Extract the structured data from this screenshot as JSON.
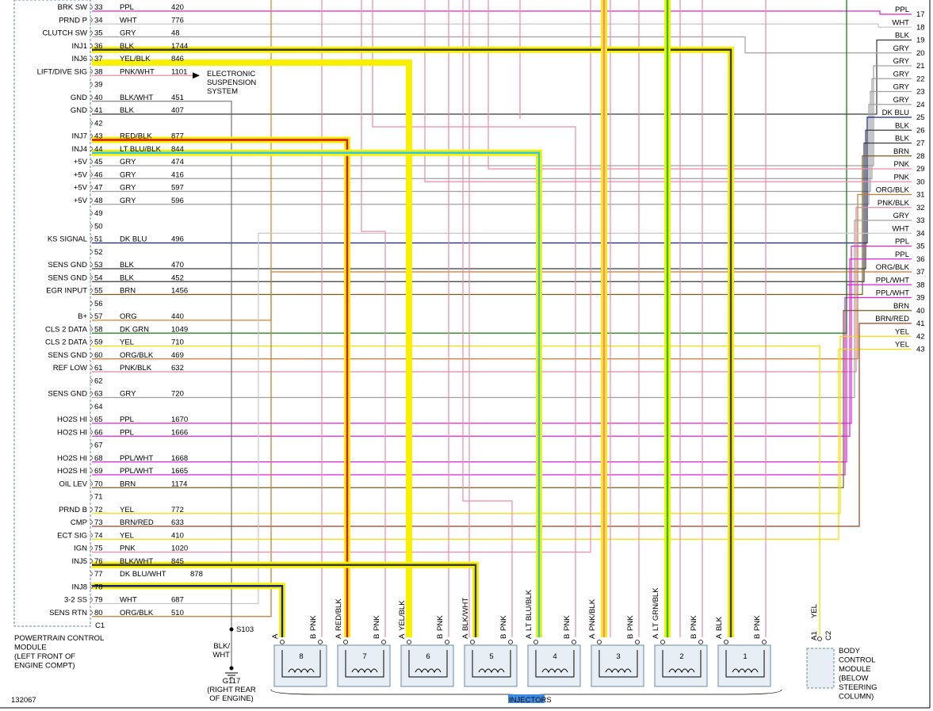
{
  "colors": {
    "PPL": "#e020e0",
    "WHT": "#c8c8c8",
    "GRY": "#a0a0a0",
    "BLK": "#3a3a3a",
    "YEL": "#f0e000",
    "PNK": "#f08aa8",
    "DKBLU": "#10208c",
    "BRN": "#7a5a20",
    "ORG": "#e08020",
    "DKGRN": "#108010",
    "ORGBLK": "#c87830",
    "PNKBLK": "#e08aa0",
    "BRNRED": "#a04020",
    "HL": "#f8f000",
    "RED": "#e01010",
    "LTBLU": "#30c8e8",
    "GRN": "#20c020"
  },
  "pcm": {
    "name_lines": [
      "POWERTRAIN CONTROL",
      "MODULE",
      "(LEFT FRONT OF",
      "ENGINE COMPT)"
    ],
    "connector": "C1",
    "pins": [
      {
        "num": "33",
        "func": "BRK SW",
        "color": "PPL",
        "circuit": "420"
      },
      {
        "num": "34",
        "func": "PRND P",
        "color": "WHT",
        "circuit": "776"
      },
      {
        "num": "35",
        "func": "CLUTCH SW",
        "color": "GRY",
        "circuit": "48"
      },
      {
        "num": "36",
        "func": "INJ1",
        "color": "BLK",
        "circuit": "1744"
      },
      {
        "num": "37",
        "func": "INJ6",
        "color": "YEL/BLK",
        "circuit": "846"
      },
      {
        "num": "38",
        "func": "LIFT/DIVE SIG",
        "color": "PNK/WHT",
        "circuit": "1101"
      },
      {
        "num": "39",
        "func": "",
        "color": "",
        "circuit": ""
      },
      {
        "num": "40",
        "func": "GND",
        "color": "BLK/WHT",
        "circuit": "451"
      },
      {
        "num": "41",
        "func": "GND",
        "color": "BLK",
        "circuit": "407"
      },
      {
        "num": "42",
        "func": "",
        "color": "",
        "circuit": ""
      },
      {
        "num": "43",
        "func": "INJ7",
        "color": "RED/BLK",
        "circuit": "877"
      },
      {
        "num": "44",
        "func": "INJ4",
        "color": "LT BLU/BLK",
        "circuit": "844"
      },
      {
        "num": "45",
        "func": "+5V",
        "color": "GRY",
        "circuit": "474"
      },
      {
        "num": "46",
        "func": "+5V",
        "color": "GRY",
        "circuit": "416"
      },
      {
        "num": "47",
        "func": "+5V",
        "color": "GRY",
        "circuit": "597"
      },
      {
        "num": "48",
        "func": "+5V",
        "color": "GRY",
        "circuit": "596"
      },
      {
        "num": "49",
        "func": "",
        "color": "",
        "circuit": ""
      },
      {
        "num": "50",
        "func": "",
        "color": "",
        "circuit": ""
      },
      {
        "num": "51",
        "func": "KS SIGNAL",
        "color": "DK BLU",
        "circuit": "496"
      },
      {
        "num": "52",
        "func": "",
        "color": "",
        "circuit": ""
      },
      {
        "num": "53",
        "func": "SENS GND",
        "color": "BLK",
        "circuit": "470"
      },
      {
        "num": "54",
        "func": "SENS GND",
        "color": "BLK",
        "circuit": "452"
      },
      {
        "num": "55",
        "func": "EGR INPUT",
        "color": "BRN",
        "circuit": "1456"
      },
      {
        "num": "56",
        "func": "",
        "color": "",
        "circuit": ""
      },
      {
        "num": "57",
        "func": "B+",
        "color": "ORG",
        "circuit": "440"
      },
      {
        "num": "58",
        "func": "CLS 2 DATA",
        "color": "DK GRN",
        "circuit": "1049"
      },
      {
        "num": "59",
        "func": "CLS 2 DATA",
        "color": "YEL",
        "circuit": "710"
      },
      {
        "num": "60",
        "func": "SENS GND",
        "color": "ORG/BLK",
        "circuit": "469"
      },
      {
        "num": "61",
        "func": "REF LOW",
        "color": "PNK/BLK",
        "circuit": "632"
      },
      {
        "num": "62",
        "func": "",
        "color": "",
        "circuit": ""
      },
      {
        "num": "63",
        "func": "SENS GND",
        "color": "GRY",
        "circuit": "720"
      },
      {
        "num": "64",
        "func": "",
        "color": "",
        "circuit": ""
      },
      {
        "num": "65",
        "func": "HO2S HI",
        "color": "PPL",
        "circuit": "1670"
      },
      {
        "num": "66",
        "func": "HO2S HI",
        "color": "PPL",
        "circuit": "1666"
      },
      {
        "num": "67",
        "func": "",
        "color": "",
        "circuit": ""
      },
      {
        "num": "68",
        "func": "HO2S HI",
        "color": "PPL/WHT",
        "circuit": "1668"
      },
      {
        "num": "69",
        "func": "HO2S HI",
        "color": "PPL/WHT",
        "circuit": "1665"
      },
      {
        "num": "70",
        "func": "OIL LEV",
        "color": "BRN",
        "circuit": "1174"
      },
      {
        "num": "71",
        "func": "",
        "color": "",
        "circuit": ""
      },
      {
        "num": "72",
        "func": "PRND B",
        "color": "YEL",
        "circuit": "772"
      },
      {
        "num": "73",
        "func": "CMP",
        "color": "BRN/RED",
        "circuit": "633"
      },
      {
        "num": "74",
        "func": "ECT SIG",
        "color": "YEL",
        "circuit": "410"
      },
      {
        "num": "75",
        "func": "IGN",
        "color": "PNK",
        "circuit": "1020"
      },
      {
        "num": "76",
        "func": "INJ5",
        "color": "BLK/WHT",
        "circuit": "845"
      },
      {
        "num": "77",
        "func": "",
        "color": "DK BLU/WHT",
        "circuit": "878"
      },
      {
        "num": "78",
        "func": "INJ8",
        "color": "",
        "circuit": ""
      },
      {
        "num": "79",
        "func": "3-2 SS",
        "color": "WHT",
        "circuit": "687"
      },
      {
        "num": "80",
        "func": "SENS RTN",
        "color": "ORG/BLK",
        "circuit": "510"
      }
    ]
  },
  "right_terminals": [
    {
      "num": "17",
      "label": "PPL",
      "wire": "PPL"
    },
    {
      "num": "18",
      "label": "WHT",
      "wire": "WHT"
    },
    {
      "num": "19",
      "label": "BLK",
      "wire": "BLK"
    },
    {
      "num": "20",
      "label": "GRY",
      "wire": "GRY"
    },
    {
      "num": "21",
      "label": "GRY",
      "wire": "GRY"
    },
    {
      "num": "22",
      "label": "GRY",
      "wire": "GRY"
    },
    {
      "num": "23",
      "label": "GRY",
      "wire": "GRY"
    },
    {
      "num": "24",
      "label": "GRY",
      "wire": "GRY"
    },
    {
      "num": "25",
      "label": "DK BLU",
      "wire": "DKBLU"
    },
    {
      "num": "26",
      "label": "BLK",
      "wire": "BLK"
    },
    {
      "num": "27",
      "label": "BLK",
      "wire": "BLK"
    },
    {
      "num": "28",
      "label": "BRN",
      "wire": "BRN"
    },
    {
      "num": "29",
      "label": "PNK",
      "wire": "PNK"
    },
    {
      "num": "30",
      "label": "PNK",
      "wire": "PNK"
    },
    {
      "num": "31",
      "label": "ORG/BLK",
      "wire": "ORGBLK"
    },
    {
      "num": "32",
      "label": "PNK/BLK",
      "wire": "PNKBLK"
    },
    {
      "num": "33",
      "label": "GRY",
      "wire": "GRY"
    },
    {
      "num": "34",
      "label": "WHT",
      "wire": "WHT"
    },
    {
      "num": "35",
      "label": "PPL",
      "wire": "PPL"
    },
    {
      "num": "36",
      "label": "PPL",
      "wire": "PPL"
    },
    {
      "num": "37",
      "label": "ORG/BLK",
      "wire": "ORGBLK"
    },
    {
      "num": "38",
      "label": "PPL/WHT",
      "wire": "PPL"
    },
    {
      "num": "39",
      "label": "PPL/WHT",
      "wire": "PPL"
    },
    {
      "num": "40",
      "label": "BRN",
      "wire": "BRN"
    },
    {
      "num": "41",
      "label": "BRN/RED",
      "wire": "BRNRED"
    },
    {
      "num": "42",
      "label": "YEL",
      "wire": "YEL"
    },
    {
      "num": "43",
      "label": "YEL",
      "wire": "YEL"
    }
  ],
  "injectors": [
    {
      "num": "8",
      "a_color": "",
      "b_color": "PNK",
      "a_wire": "DKBLU"
    },
    {
      "num": "7",
      "a_color": "RED/BLK",
      "b_color": "PNK",
      "a_wire": "RED"
    },
    {
      "num": "6",
      "a_color": "YEL/BLK",
      "b_color": "PNK",
      "a_wire": "HL"
    },
    {
      "num": "5",
      "a_color": "BLK/WHT",
      "b_color": "PNK",
      "a_wire": "BLK"
    },
    {
      "num": "4",
      "a_color": "LT BLU/BLK",
      "b_color": "PNK",
      "a_wire": "LTBLU"
    },
    {
      "num": "3",
      "a_color": "PNK/BLK",
      "b_color": "PNK",
      "a_wire": "PNK"
    },
    {
      "num": "2",
      "a_color": "LT GRN/BLK",
      "b_color": "PNK",
      "a_wire": "GRN"
    },
    {
      "num": "1",
      "a_color": "BLK",
      "b_color": "PNK",
      "a_wire": "BLK"
    }
  ],
  "labels": {
    "a": "A",
    "b": "B",
    "injectors": "INJECTORS",
    "electronic_suspension": [
      "ELECTRONIC",
      "SUSPENSION",
      "SYSTEM"
    ],
    "splice": "S103",
    "ground_wire": [
      "BLK/",
      "WHT"
    ],
    "ground": [
      "G117",
      "(RIGHT REAR",
      "OF ENGINE)"
    ],
    "bcm": [
      "BODY",
      "CONTROL",
      "MODULE",
      "(BELOW",
      "STEERING",
      "COLUMN)"
    ],
    "bcm_pins": [
      "A1",
      "C2"
    ],
    "bcm_wire": "YEL",
    "figure_id": "132067"
  }
}
